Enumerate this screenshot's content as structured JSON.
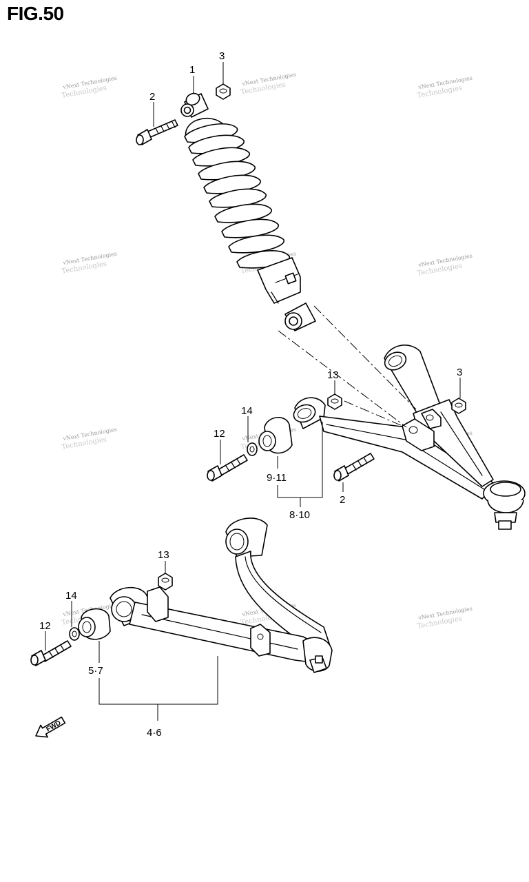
{
  "figure": {
    "title": "FIG.50"
  },
  "watermark": {
    "line1": "vNext Technologies",
    "line2": "Technologies"
  },
  "callouts": {
    "c1": "1",
    "c2a": "2",
    "c3a": "3",
    "c13a": "13",
    "c3b": "3",
    "c14a": "14",
    "c12a": "12",
    "c911": "9·11",
    "c810": "8·10",
    "c2b": "2",
    "c13b": "13",
    "c14b": "14",
    "c12b": "12",
    "c57": "5·7",
    "c46": "4·6"
  },
  "direction": {
    "label": "FWD"
  }
}
